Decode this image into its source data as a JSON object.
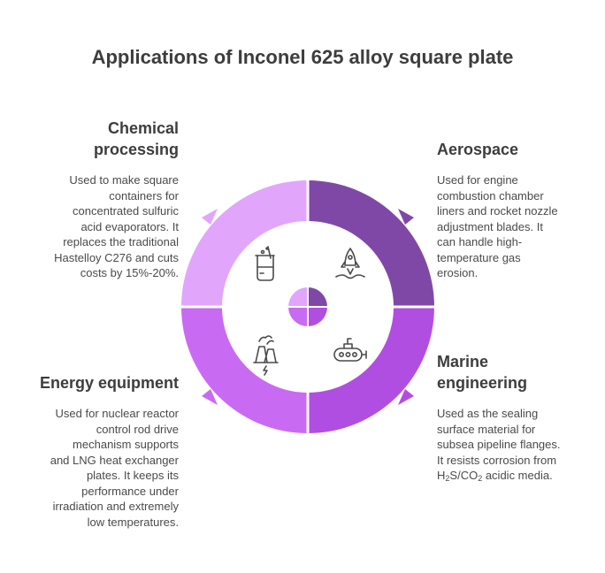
{
  "title": "Applications of Inconel 625 alloy square plate",
  "colors": {
    "top_left": "#e1a6fb",
    "top_right": "#8048a6",
    "bottom_right": "#b14ee2",
    "bottom_left": "#c96af2",
    "icon": "#4a4a4a"
  },
  "sections": [
    {
      "id": "chemical",
      "heading_line1": "Chemical",
      "heading_line2": "processing",
      "desc": [
        "Used to make square",
        "containers for",
        "concentrated sulfuric",
        "acid evaporators. It",
        "replaces the traditional",
        "Hastelloy C276 and cuts",
        "costs by 15%-20%."
      ],
      "icon": "beaker-icon"
    },
    {
      "id": "aerospace",
      "heading_line1": "Aerospace",
      "desc": [
        "Used for engine",
        "combustion chamber",
        "liners and rocket nozzle",
        "adjustment blades. It",
        "can handle high-",
        "temperature gas",
        "erosion."
      ],
      "icon": "rocket-icon"
    },
    {
      "id": "marine",
      "heading_line1": "Marine",
      "heading_line2": "engineering",
      "desc": [
        "Used as the sealing",
        "surface material for",
        "subsea pipeline flanges.",
        "It resists corrosion from"
      ],
      "desc_formula": {
        "h": "H",
        "sub1": "2",
        "s": "S/CO",
        "sub2": "2",
        "tail": " acidic media."
      },
      "icon": "submarine-icon"
    },
    {
      "id": "energy",
      "heading_line1": "Energy equipment",
      "desc": [
        "Used for nuclear reactor",
        "control rod drive",
        "mechanism supports",
        "and LNG heat exchanger",
        "plates. It keeps its",
        "performance under",
        "irradiation and extremely",
        "low temperatures."
      ],
      "icon": "power-plant-icon"
    }
  ]
}
